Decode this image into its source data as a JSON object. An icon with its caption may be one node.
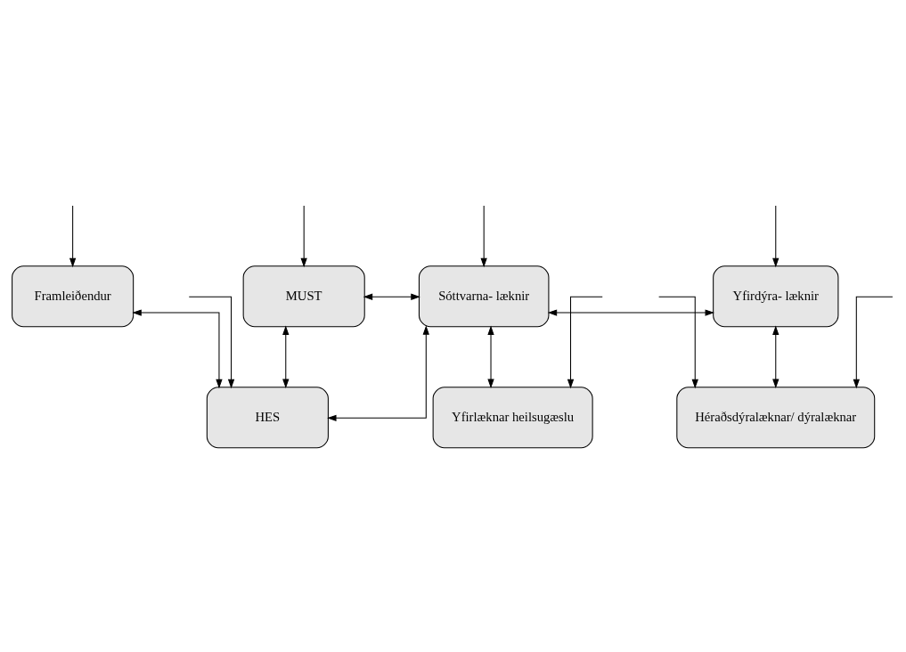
{
  "diagram": {
    "nodes": [
      {
        "text": [
          "MUST"
        ]
      },
      {
        "text": [
          "Sóttvarna- læknir"
        ]
      },
      {
        "text": [
          "Yfirdýra- læknir"
        ]
      },
      {
        "text": [
          "HES"
        ]
      },
      {
        "text": [
          "Yfirlæknar heilsugæslu"
        ]
      },
      {
        "text": [
          "Héraðsdýralæknar/ dýralæknar"
        ]
      },
      {
        "text": [
          "Framleiðendur"
        ]
      }
    ],
    "edges": [
      {
        "from": null,
        "to": 0,
        "arrow": "to"
      },
      {
        "from": null,
        "to": 1,
        "arrow": "to"
      },
      {
        "from": null,
        "to": 2,
        "arrow": "to"
      },
      {
        "from": 0,
        "to": 1,
        "arrow": "both"
      },
      {
        "from": 1,
        "to": 2,
        "arrow": "both"
      },
      {
        "from": 0,
        "to": 3,
        "arrow": "both"
      },
      {
        "from": 1,
        "to": 3,
        "arrow": "both"
      },
      {
        "from": 1,
        "to": 4,
        "arrow": "both"
      },
      {
        "from": 2,
        "to": 5,
        "arrow": "both"
      },
      {
        "from": null,
        "to": 3,
        "arrow": "to"
      },
      {
        "from": null,
        "to": 4,
        "arrow": "to"
      },
      {
        "from": null,
        "to": 5,
        "arrow": "to"
      },
      {
        "from": 6,
        "to": 3,
        "arrow": "both"
      },
      {
        "from": null,
        "to": 5,
        "arrow": "to"
      },
      {
        "from": null,
        "to": 6,
        "arrow": "to"
      }
    ]
  }
}
